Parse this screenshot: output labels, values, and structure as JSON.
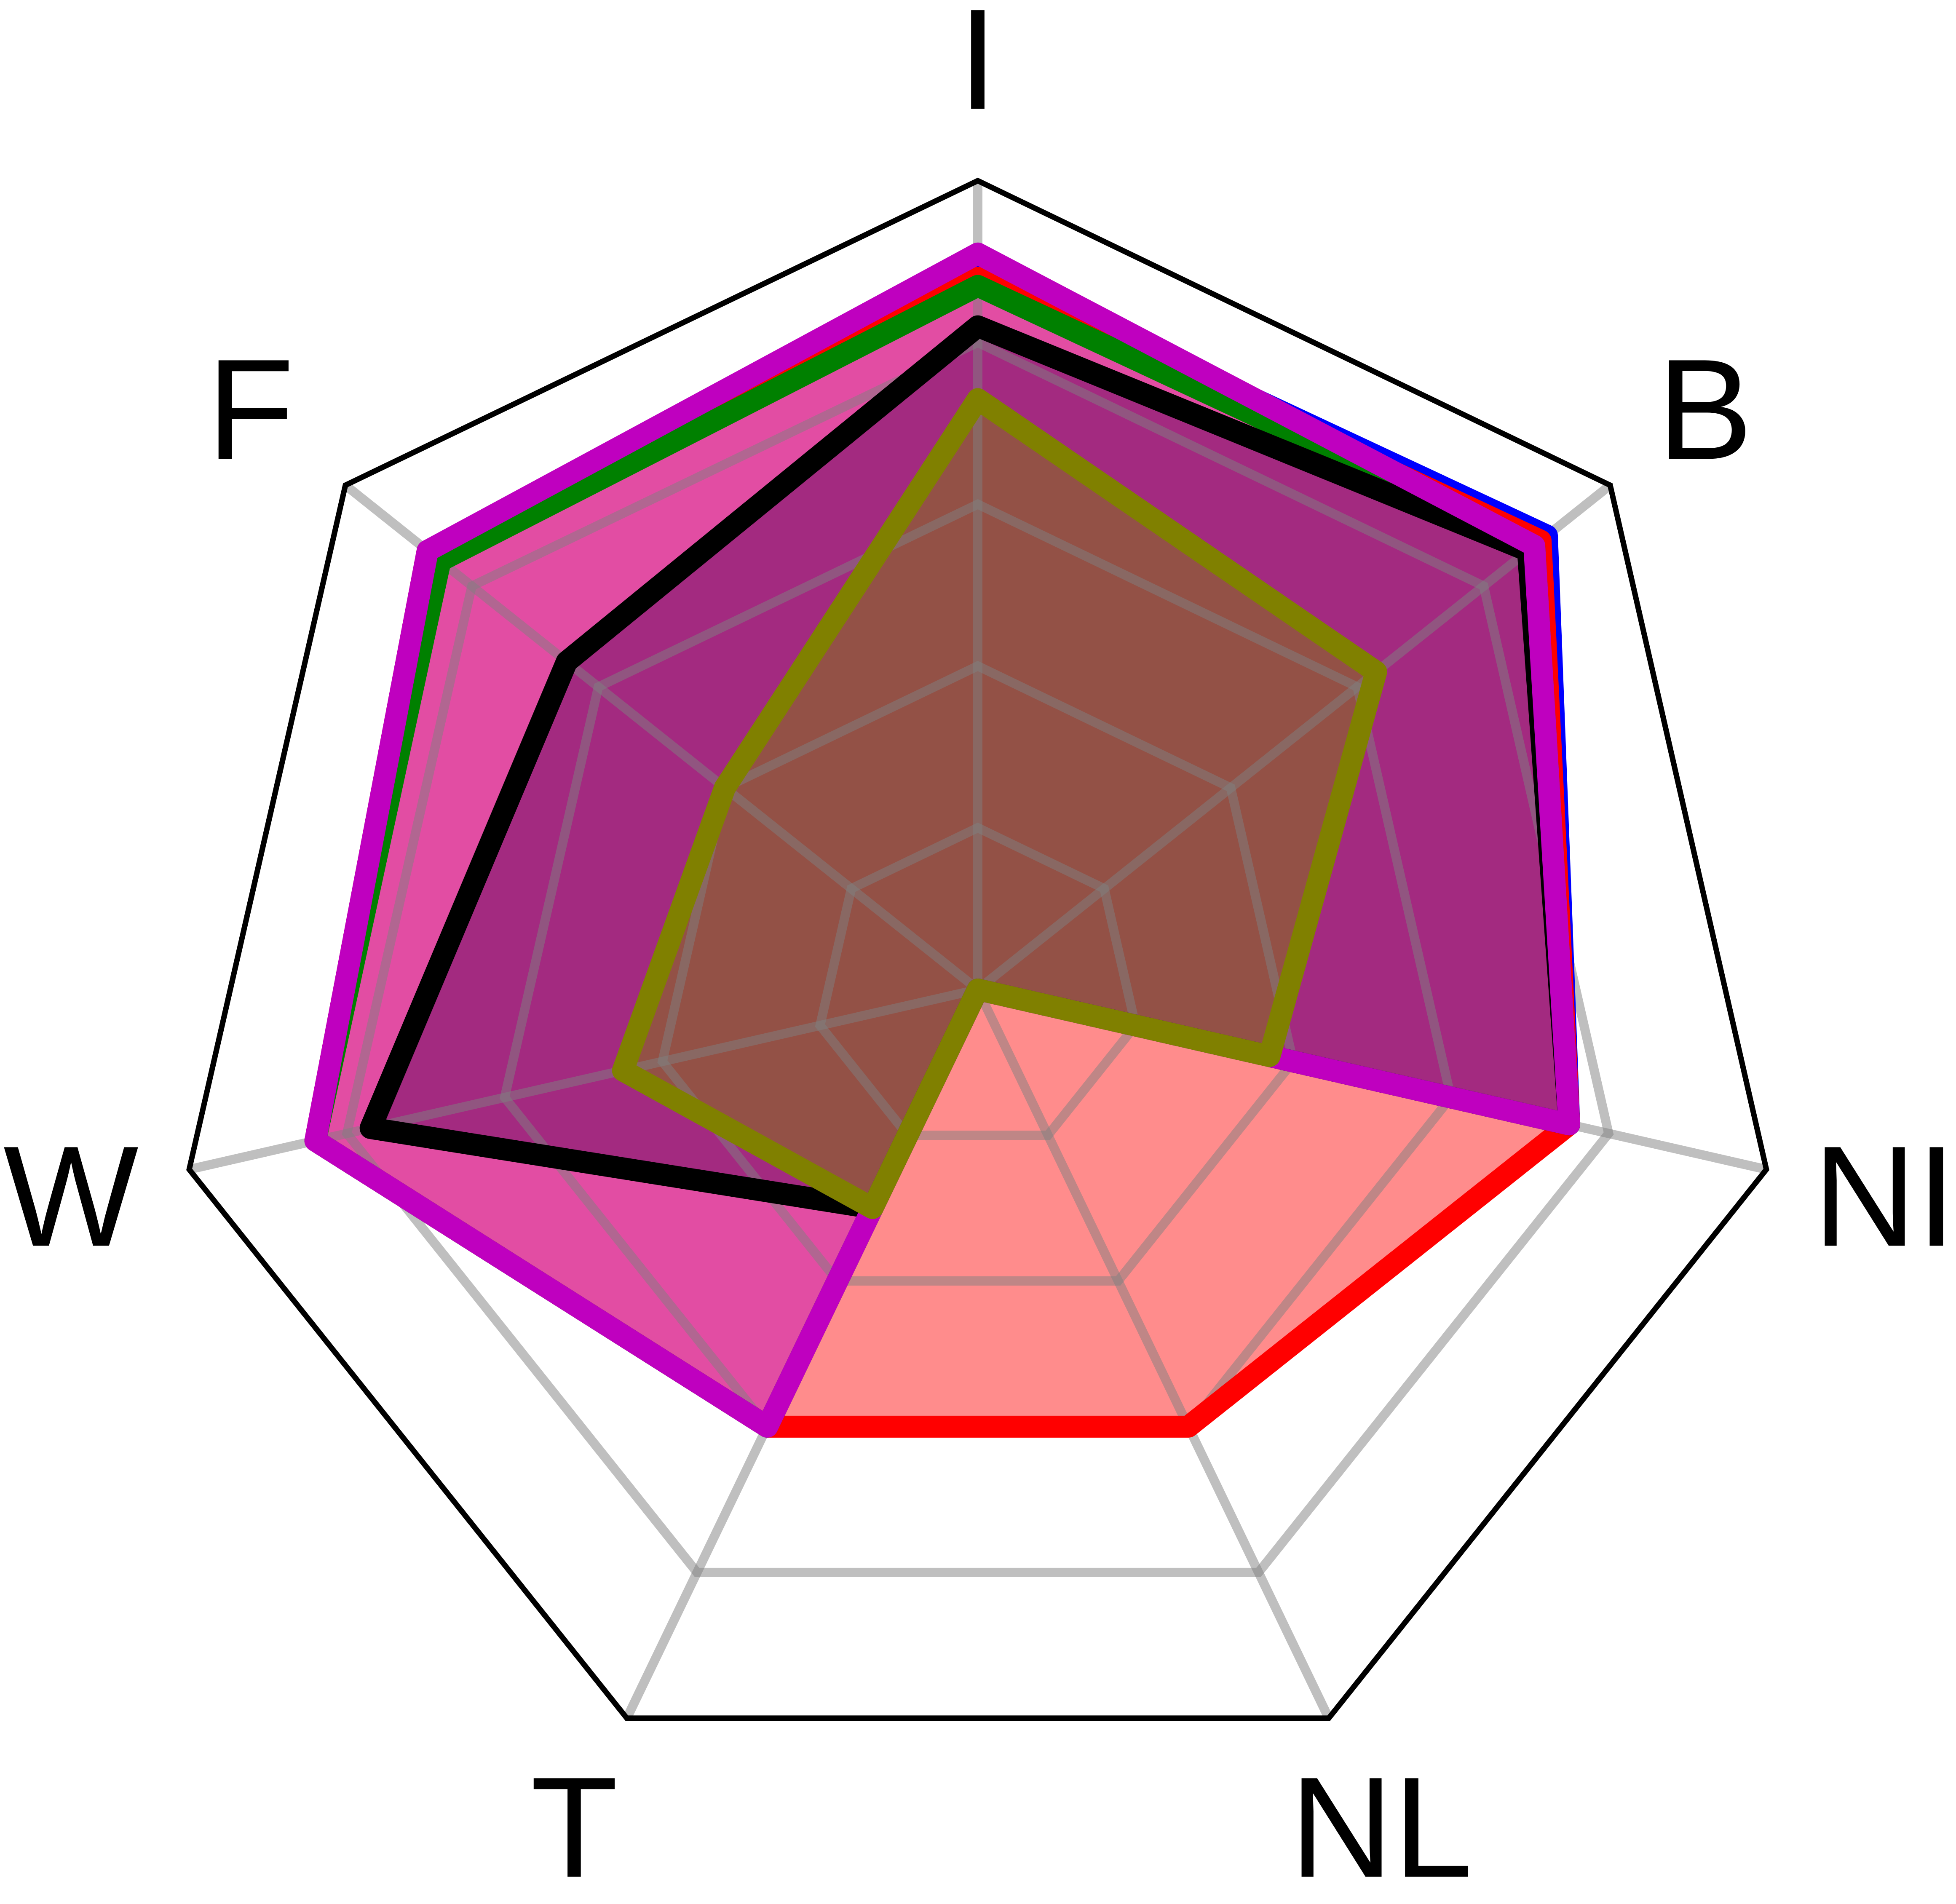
{
  "chart_data": {
    "type": "radar",
    "axes": [
      "I",
      "B",
      "NI",
      "NL",
      "T",
      "W",
      "F"
    ],
    "range": [
      0,
      1
    ],
    "rings": [
      0.2,
      0.4,
      0.6,
      0.8
    ],
    "grid": true,
    "series": [
      {
        "values": [
          0.89,
          0.9,
          0.75,
          0,
          0.6,
          0.84,
          0.87
        ],
        "color": "#0000ff",
        "fill": false
      },
      {
        "values": [
          0.88,
          0.89,
          0.75,
          0.6,
          0.6,
          0.84,
          0.87
        ],
        "color": "#ff0000",
        "fill": true
      },
      {
        "values": [
          0.87,
          0.88,
          0.75,
          0,
          0.6,
          0.84,
          0.85
        ],
        "color": "#008000",
        "fill": false
      },
      {
        "values": [
          0.82,
          0.87,
          0.75,
          0,
          0.3,
          0.77,
          0.65
        ],
        "color": "#000000",
        "fill": true
      },
      {
        "values": [
          0.91,
          0.88,
          0.75,
          0,
          0.6,
          0.84,
          0.87
        ],
        "color": "#bf00bf",
        "fill": true
      },
      {
        "values": [
          0.73,
          0.63,
          0.37,
          0,
          0.3,
          0.45,
          0.4
        ],
        "color": "#808000",
        "fill": true
      }
    ]
  }
}
